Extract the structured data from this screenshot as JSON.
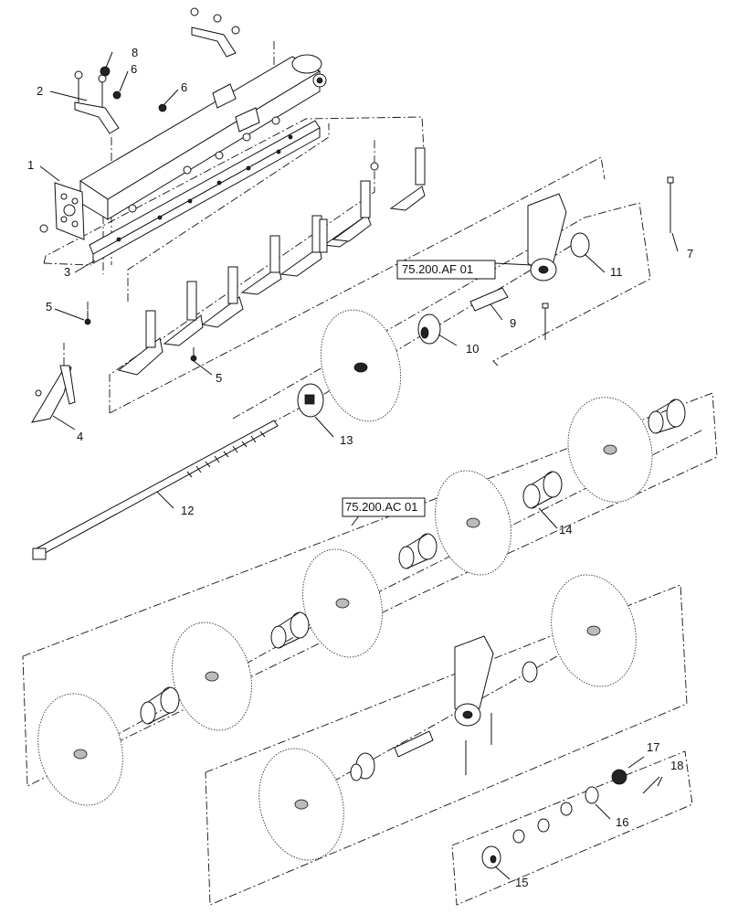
{
  "diagram": {
    "callouts": [
      {
        "id": "c1",
        "label": "1"
      },
      {
        "id": "c2",
        "label": "2"
      },
      {
        "id": "c3",
        "label": "3"
      },
      {
        "id": "c4",
        "label": "4"
      },
      {
        "id": "c5a",
        "label": "5"
      },
      {
        "id": "c5b",
        "label": "5"
      },
      {
        "id": "c6a",
        "label": "6"
      },
      {
        "id": "c6b",
        "label": "6"
      },
      {
        "id": "c7",
        "label": "7"
      },
      {
        "id": "c8",
        "label": "8"
      },
      {
        "id": "c9",
        "label": "9"
      },
      {
        "id": "c10",
        "label": "10"
      },
      {
        "id": "c11",
        "label": "11"
      },
      {
        "id": "c12",
        "label": "12"
      },
      {
        "id": "c13",
        "label": "13"
      },
      {
        "id": "c14",
        "label": "14"
      },
      {
        "id": "c15",
        "label": "15"
      },
      {
        "id": "c16",
        "label": "16"
      },
      {
        "id": "c17",
        "label": "17"
      },
      {
        "id": "c18",
        "label": "18"
      }
    ],
    "references": [
      {
        "id": "ref-af",
        "label": "75.200.AF 01"
      },
      {
        "id": "ref-ac",
        "label": "75.200.AC 01"
      }
    ]
  }
}
